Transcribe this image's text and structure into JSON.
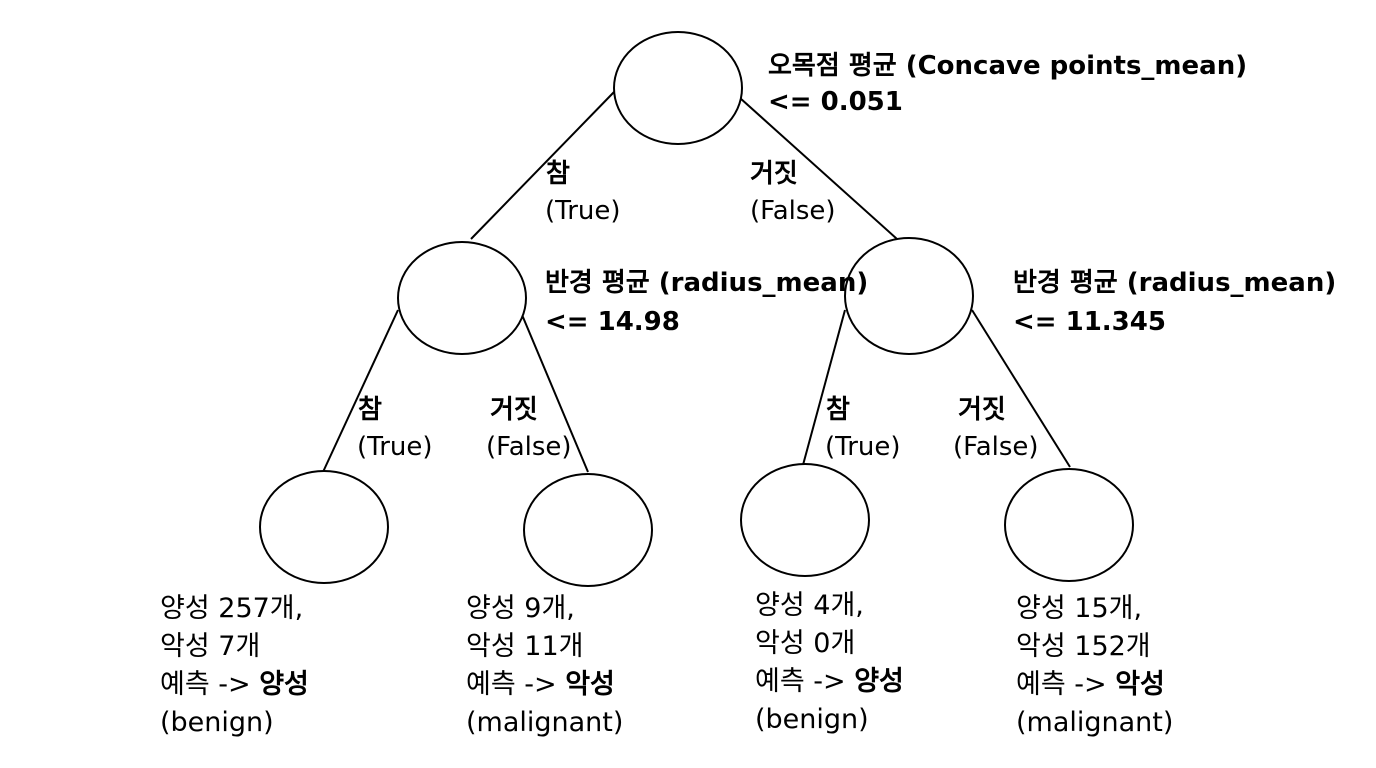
{
  "root": {
    "feature": "오목점 평균 (Concave points_mean)",
    "threshold": "<= 0.051"
  },
  "left_split": {
    "feature": "반경 평균 (radius_mean)",
    "threshold": "<= 14.98"
  },
  "right_split": {
    "feature": "반경 평균 (radius_mean)",
    "threshold": "<= 11.345"
  },
  "edge": {
    "true_ko": "참",
    "true_en": "(True)",
    "false_ko": "거짓",
    "false_en": "(False)"
  },
  "leaves": [
    {
      "benign_count": "양성 257개,",
      "malignant_count": "악성 7개",
      "predict_prefix": "예측 -> ",
      "predict_class": "양성",
      "predict_en": "(benign)"
    },
    {
      "benign_count": "양성 9개,",
      "malignant_count": "악성 11개",
      "predict_prefix": "예측 -> ",
      "predict_class": "악성",
      "predict_en": "(malignant)"
    },
    {
      "benign_count": "양성 4개,",
      "malignant_count": "악성 0개",
      "predict_prefix": "예측 -> ",
      "predict_class": "양성",
      "predict_en": "(benign)"
    },
    {
      "benign_count": "양성 15개,",
      "malignant_count": "악성 152개",
      "predict_prefix": "예측 -> ",
      "predict_class": "악성",
      "predict_en": "(malignant)"
    }
  ]
}
